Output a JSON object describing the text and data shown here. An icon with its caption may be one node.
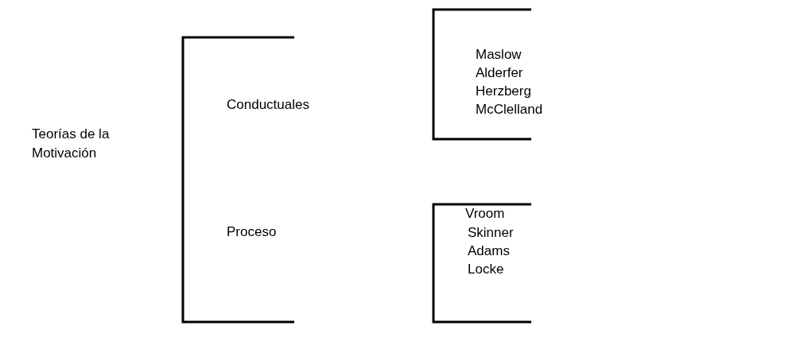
{
  "diagram": {
    "labels": [
      "Teorías de la Motivación",
      "Conductuales",
      "Maslow",
      "Alderfer",
      "Herzberg",
      "McClelland",
      "Proceso",
      "Vroom",
      "Skinner",
      "Adams",
      "Locke"
    ]
  }
}
